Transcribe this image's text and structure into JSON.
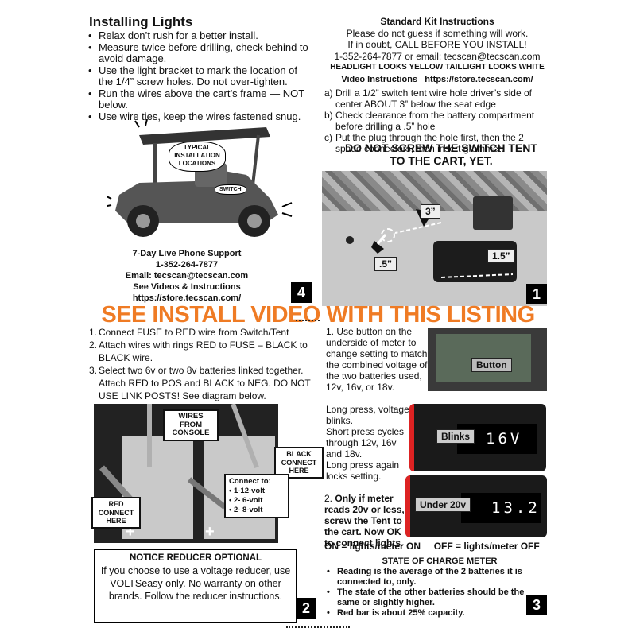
{
  "installing": {
    "title": "Installing Lights",
    "bullets": [
      "Relax don’t rush for a better install.",
      "Measure twice before drilling, check behind to avoid damage.",
      "Use the light bracket to mark the location of the 1/4” screw holes. Do not over-tighten.",
      "Run the wires above the cart’s frame — NOT below.",
      "Use wire ties, keep the wires fastened snug."
    ],
    "cart_label": "TYPICAL INSTALLATION LOCATIONS",
    "switch_label": "SWITCH"
  },
  "support": {
    "line1": "7-Day Live  Phone Support",
    "phone": "1-352-264-7877",
    "email": "Email: tecscan@tecscan.com",
    "videos": "See Videos & Instructions",
    "url": "https://store.tecscan.com/"
  },
  "kit": {
    "title": "Standard Kit Instructions",
    "line1": "Please do not guess if something will work.",
    "line2": "If in doubt, CALL BEFORE YOU INSTALL!",
    "line3": "1-352-264-7877 or email: tecscan@tecscan.com",
    "line4": "HEADLIGHT LOOKS YELLOW TAILLIGHT LOOKS WHITE",
    "video_label": "Video Instructions",
    "video_url": "https://store.tecscan.com/",
    "steps": [
      {
        "letter": "a)",
        "text": "Drill a 1/2” switch tent wire hole driver’s side of center ABOUT 3” below the seat edge"
      },
      {
        "letter": "b)",
        "text": "Check clearance from the battery compartment before drilling a .5” hole"
      },
      {
        "letter": "c)",
        "text": "Put the plug through the hole first, then the 2 spade connectors, then insert grommet."
      }
    ],
    "warning_line1": "DO NOT SCREW THE SWITCH TENT",
    "warning_line2": "TO THE CART, YET.",
    "photo_labels": {
      "three_inch": "3”",
      "half_inch": ".5”",
      "one_half": "1.5”"
    }
  },
  "banner": "SEE INSTALL VIDEO WITH THIS LISTING",
  "battery": {
    "steps": [
      "Connect FUSE to RED wire from Switch/Tent",
      "Attach wires with rings RED to FUSE – BLACK to BLACK wire.",
      "Select two 6v or two 8v batteries linked together. Attach RED to POS and BLACK to NEG. DO NOT USE LINK POSTS!  See diagram below."
    ],
    "wires_label": "WIRES FROM CONSOLE",
    "black_label": "BLACK CONNECT HERE",
    "red_label": "RED CONNECT HERE",
    "connect_title": "Connect to:",
    "connect_items": [
      "1-12-volt",
      "2- 6-volt",
      "2- 8-volt"
    ]
  },
  "reducer": {
    "title": "NOTICE REDUCER OPTIONAL",
    "body": "If you choose to use a voltage reducer, use VOLTSeasy only. No warranty on other brands.  Follow the reducer instructions."
  },
  "meter": {
    "step1": "Use button on the underside of meter to change setting to match the combined voltage of the two batteries used,  12v, 16v, or 18v.",
    "button_label": "Button",
    "long_press": "Long press, voltage blinks.",
    "short_press": "Short press cycles through 12v, 16v and 18v.",
    "long_press_again": "Long press again locks setting.",
    "blinks_label": "Blinks",
    "display1": "16V",
    "step2": "Only if meter reads 20v or less, screw the Tent to the cart. Now OK to connect lights.",
    "on_off": "ON = lights/meter ON     OFF = lights/meter OFF",
    "under_label": "Under 20v",
    "display2": "13.2",
    "state_title": "STATE OF CHARGE METER",
    "state_bullets": [
      "Reading is the average of the 2 batteries it is connected to, only.",
      "The state of the other batteries should be the same or slightly higher.",
      "Red bar is about 25% capacity."
    ]
  },
  "panel_numbers": [
    "1",
    "2",
    "3",
    "4"
  ],
  "colors": {
    "banner": "#ef7b24",
    "accent_red": "#d22222"
  }
}
